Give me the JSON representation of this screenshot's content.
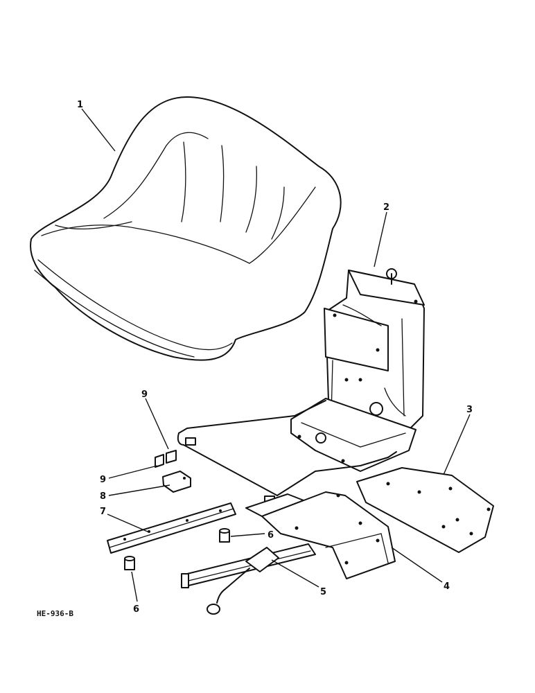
{
  "callouts": {
    "c1": "1",
    "c2": "2",
    "c3": "3",
    "c4": "4",
    "c5": "5",
    "c6a": "6",
    "c6b": "6",
    "c7": "7",
    "c8": "8",
    "c9a": "9",
    "c9b": "9"
  },
  "figure_ref": "HE-936-B"
}
